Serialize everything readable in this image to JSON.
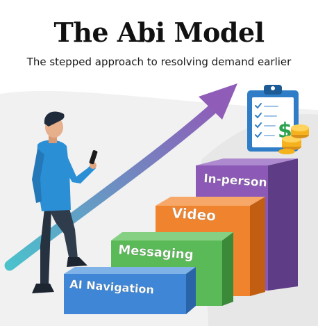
{
  "header": {
    "title": "The Abi Model",
    "subtitle": "The stepped approach to resolving demand earlier"
  },
  "steps": [
    {
      "label": "AI Navigation",
      "color": "#3f87d6"
    },
    {
      "label": "Messaging",
      "color": "#5aba57"
    },
    {
      "label": "Video",
      "color": "#f0842e"
    },
    {
      "label": "In-person",
      "color": "#8c5ab6"
    }
  ],
  "colors": {
    "arrow_start": "#4bc1cc",
    "arrow_end": "#8f5cb8",
    "shirt": "#2b8fd6",
    "trousers": "#26323f",
    "money": "#2aa14f",
    "coins": "#f5b21e"
  },
  "icons": {
    "clipboard": "clipboard-checklist-icon",
    "dollar": "dollar-sign-icon",
    "coins": "coin-stack-icon",
    "person": "person-with-phone-illustration"
  },
  "money_symbol": "$"
}
